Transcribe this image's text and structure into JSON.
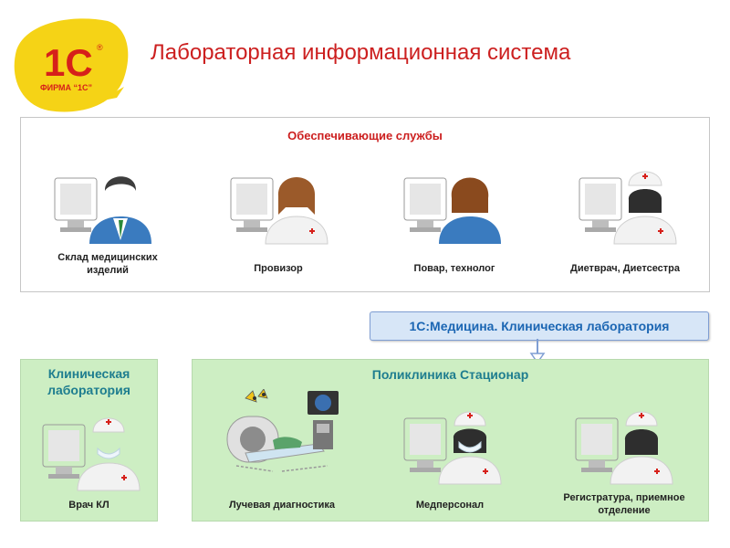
{
  "title": "Лабораторная информационная система",
  "logo": {
    "mark": "1С",
    "caption": "ФИРМА “1С”",
    "reg": "®"
  },
  "services": {
    "title": "Обеспечивающие службы",
    "roles": [
      {
        "label": "Склад медицинских\nизделий"
      },
      {
        "label": "Провизор"
      },
      {
        "label": "Повар, технолог"
      },
      {
        "label": "Диетврач, Диетсестра"
      }
    ]
  },
  "callout": {
    "text": "1С:Медицина. Клиническая лаборатория"
  },
  "lab": {
    "title": "Клиническая\nлаборатория",
    "role": "Врач КЛ"
  },
  "clinic": {
    "title": "Поликлиника Стационар",
    "roles": [
      {
        "label": "Лучевая диагностика"
      },
      {
        "label": "Медперсонал"
      },
      {
        "label": "Регистратура, приемное\nотделение"
      }
    ]
  },
  "colors": {
    "title_red": "#cc1f1f",
    "teal": "#1e7d8f",
    "panel_green": "#cdeec3",
    "callout_blue": "#1b66b3",
    "logo_yellow": "#f5d316"
  }
}
